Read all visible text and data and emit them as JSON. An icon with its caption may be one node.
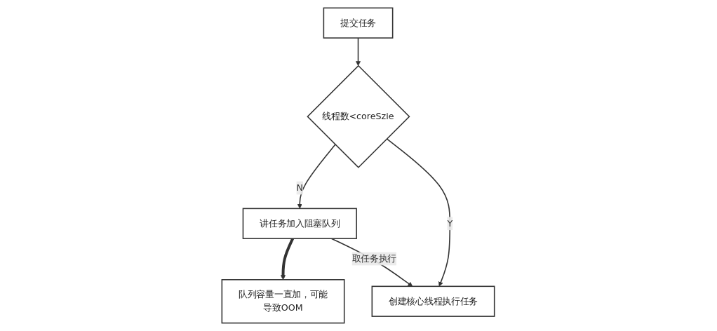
{
  "diagram": {
    "nodes": [
      {
        "text": [
          "提交任务"
        ]
      },
      {
        "text": [
          "线程数<coreSzie"
        ]
      },
      {
        "text": [
          "讲任务加入阻塞队列"
        ]
      },
      {
        "text": [
          "队列容量一直加，可能导致OOM"
        ]
      },
      {
        "text": [
          "创建核心线程执行任务"
        ]
      }
    ],
    "edges": [
      {
        "from": 0,
        "to": 1,
        "arrow": "to"
      },
      {
        "from": 1,
        "to": 2,
        "arrow": "to",
        "label": "N"
      },
      {
        "from": 2,
        "to": 3,
        "arrow": "to",
        "style": "thick"
      },
      {
        "from": 1,
        "to": 4,
        "arrow": "to",
        "label": "Y"
      },
      {
        "from": 2,
        "to": 4,
        "arrow": "to",
        "label": "取任务执行"
      }
    ]
  }
}
